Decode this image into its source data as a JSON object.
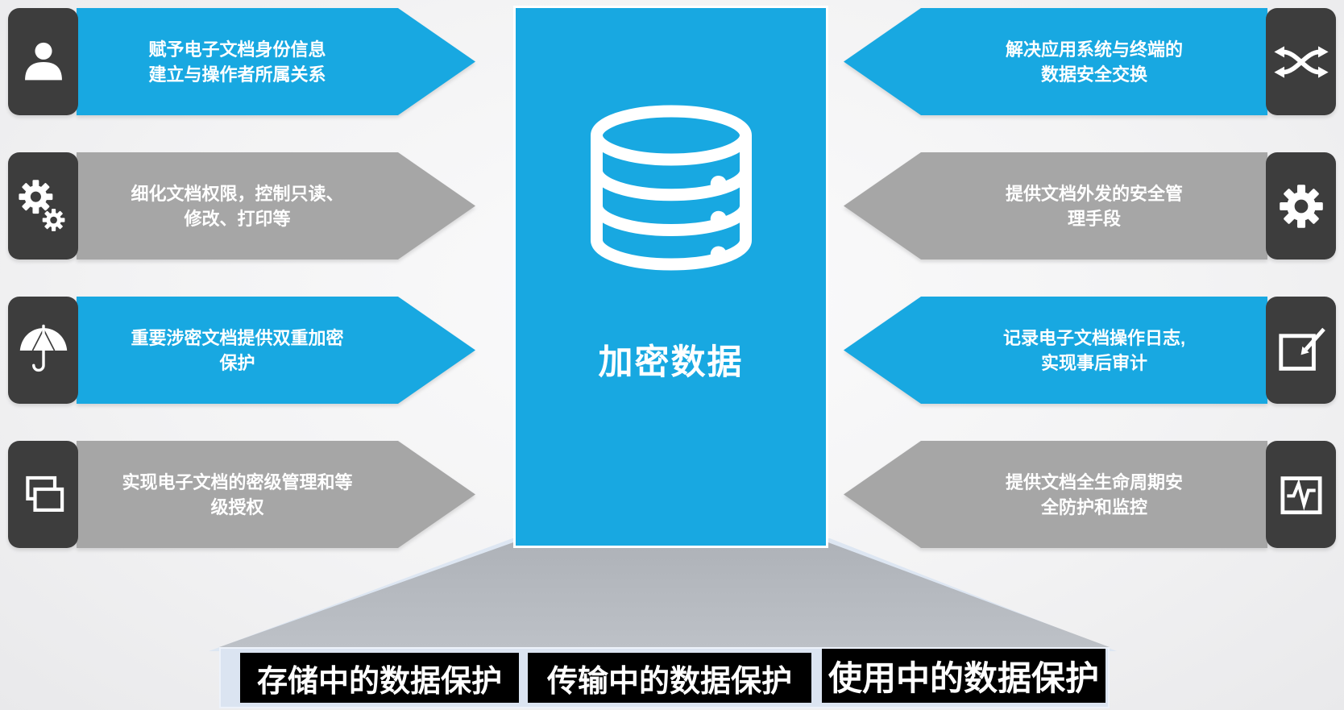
{
  "center": {
    "title": "加密数据",
    "icon": "database-icon"
  },
  "left_items": [
    {
      "icon": "user-icon",
      "variant": "blue",
      "line1": "赋予电子文档身份信息",
      "line2": "建立与操作者所属关系"
    },
    {
      "icon": "gears-icon",
      "variant": "gray",
      "line1": "细化文档权限，控制只读、",
      "line2": "修改、打印等"
    },
    {
      "icon": "umbrella-icon",
      "variant": "blue",
      "line1": "重要涉密文档提供双重加密",
      "line2": "保护"
    },
    {
      "icon": "copy-icon",
      "variant": "gray",
      "line1": "实现电子文档的密级管理和等",
      "line2": "级授权"
    }
  ],
  "right_items": [
    {
      "icon": "shuffle-icon",
      "variant": "blue",
      "line1": "解决应用系统与终端的",
      "line2": "数据安全交换"
    },
    {
      "icon": "gear-icon",
      "variant": "gray",
      "line1": "提供文档外发的安全管",
      "line2": "理手段"
    },
    {
      "icon": "edit-icon",
      "variant": "blue",
      "line1": "记录电子文档操作日志,",
      "line2": "实现事后审计"
    },
    {
      "icon": "monitor-icon",
      "variant": "gray",
      "line1": "提供文档全生命周期安",
      "line2": "全防护和监控"
    }
  ],
  "bottom_labels": [
    {
      "text": "存储中的数据保护"
    },
    {
      "text": "传输中的数据保护"
    },
    {
      "text": "使用中的数据保护"
    }
  ],
  "colors": {
    "accent_blue": "#18a8e1",
    "icon_box_dark": "#3d3d3d",
    "banner_gray": "#a6a6a6",
    "funnel_gray": "#b5b9bf",
    "strip_light_blue": "#dbe4f1",
    "label_black": "#000000",
    "text_white": "#ffffff"
  }
}
